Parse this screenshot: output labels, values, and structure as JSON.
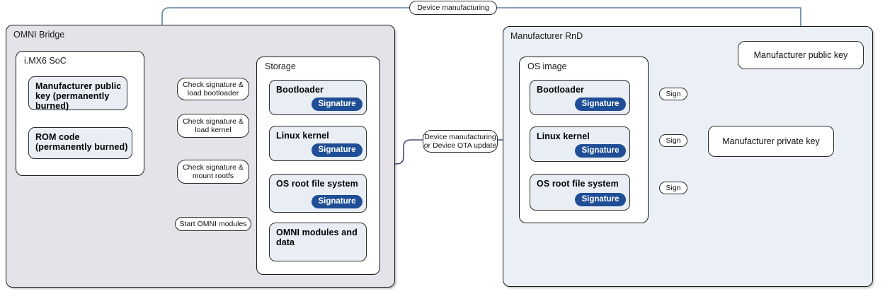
{
  "diagram": {
    "title_flow_top": "Device manufacturing",
    "zones": {
      "omni_bridge": {
        "label": "OMNI Bridge"
      },
      "manufacturer_rnd": {
        "label": "Manufacturer RnD"
      }
    },
    "soc": {
      "label": "i.MX6 SoC",
      "items": [
        {
          "label": "Manufacturer public key (permanently burned)"
        },
        {
          "label": "ROM code\n (permanently burned)"
        }
      ]
    },
    "storage": {
      "label": "Storage",
      "items": [
        {
          "label": "Bootloader",
          "signature": "Signature"
        },
        {
          "label": "Linux kernel",
          "signature": "Signature"
        },
        {
          "label": "OS root file system",
          "signature": "Signature"
        },
        {
          "label": "OMNI modules and data",
          "signature": null
        }
      ]
    },
    "os_image": {
      "label": "OS image",
      "items": [
        {
          "label": "Bootloader",
          "signature": "Signature"
        },
        {
          "label": "Linux kernel",
          "signature": "Signature"
        },
        {
          "label": "OS root file system",
          "signature": "Signature"
        }
      ]
    },
    "keys": {
      "public": "Manufacturer public key",
      "private": "Manufacturer private key"
    },
    "edge_labels": {
      "check_bootloader": "Check signature & load bootloader",
      "check_kernel": "Check signature & load kernel",
      "check_rootfs": "Check signature & mount rootfs",
      "start_modules": "Start OMNI modules",
      "transfer": "Device manufacturing or Device OTA update",
      "sign_bootloader": "Sign",
      "sign_kernel": "Sign",
      "sign_rootfs": "Sign"
    },
    "colors": {
      "signature_badge": "#1f4e96",
      "omni_zone_bg": "#e6e2ea",
      "rnd_zone_bg": "#eaf0f6",
      "item_bg": "#e8eef4",
      "wire_gray": "#4a4a4a",
      "wire_blue": "#5b7fa6",
      "wire_purple": "#4f4878",
      "stroke_dark": "#1a1a1a"
    }
  }
}
